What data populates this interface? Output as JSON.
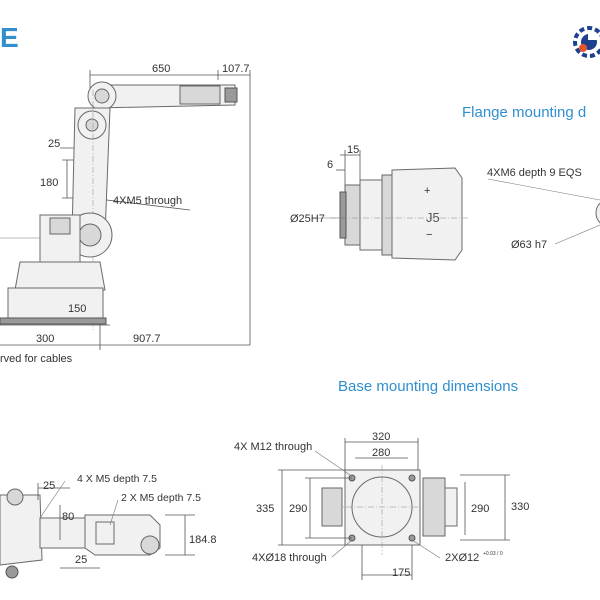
{
  "headings": {
    "flange": "Flange mounting d",
    "base": "Base mounting dimensions"
  },
  "brand_fragment": "E",
  "side_view": {
    "dims": {
      "reach_arm": "650",
      "flange_len": "107.7",
      "offset_25": "25",
      "height_180": "180",
      "base_300": "300",
      "base_150": "150",
      "total_907": "907.7"
    },
    "through_holes": "4XM5 through",
    "cable_note": "rved for cables"
  },
  "flange_view": {
    "dims": {
      "d6": "6",
      "d15": "15"
    },
    "bore": "Ø25H7",
    "thread": "4XM6 depth 9 EQS",
    "pilot": "Ø63  h7",
    "joint_label": "J5",
    "plus": "+",
    "minus": "−"
  },
  "base_view": {
    "holes_m12": "4X M12 through",
    "width_320": "320",
    "width_280": "280",
    "height_335": "335",
    "height_290_left": "290",
    "height_290_right": "290",
    "height_330": "330",
    "holes_18": "4XØ18 through",
    "depth_175": "175",
    "pins": "2XØ12",
    "pin_tol": "+0.03 / 0"
  },
  "wrist_view": {
    "m5_a": "4 X M5 depth 7.5",
    "m5_b": "2 X M5 depth 7.5",
    "d25_top": "25",
    "d80": "80",
    "d25_bottom": "25",
    "d184": "184.8"
  },
  "logo_icon": "gear-robot-logo"
}
